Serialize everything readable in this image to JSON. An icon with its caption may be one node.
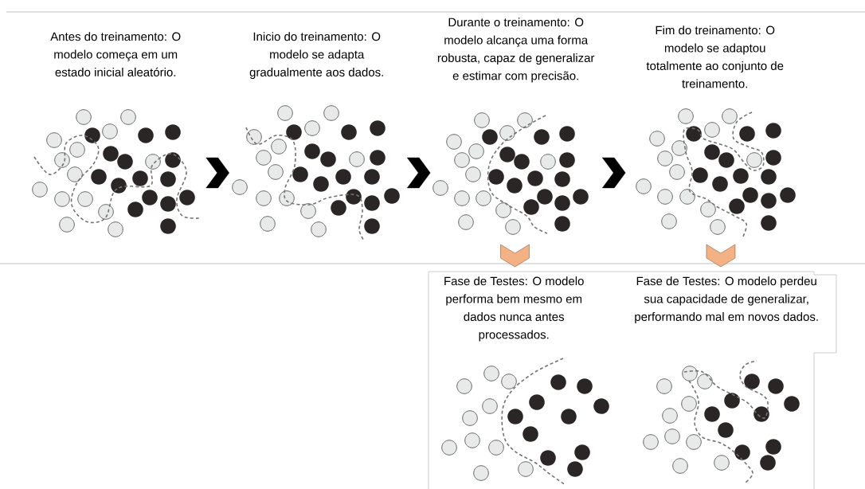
{
  "diagram": {
    "nodes": [
      {
        "text": [
          "Antes do treinamento: O modelo começa em um estado inicial aleatório."
        ]
      },
      {
        "text": [
          "Inicio do treinamento: O modelo se adapta gradualmente aos dados."
        ]
      },
      {
        "text": [
          "Durante o treinamento: O modelo alcança uma forma robusta, capaz de generalizar e estimar com precisão."
        ]
      },
      {
        "text": [
          "Fim do treinamento: O modelo se adaptou totalmente ao conjunto de treinamento."
        ]
      },
      {
        "text": [
          "Fase de Testes: O modelo performa bem mesmo em dados nunca antes processados."
        ]
      },
      {
        "text": [
          "Fase de Testes: O modelo perdeu sua capacidade de generalizar, performando mal em novos dados."
        ]
      }
    ],
    "edges": [
      {
        "from": 0,
        "to": 1,
        "arrow": "to"
      },
      {
        "from": 1,
        "to": 2,
        "arrow": "to"
      },
      {
        "from": 2,
        "to": 3,
        "arrow": "to"
      },
      {
        "from": 2,
        "to": 4,
        "arrow": "to",
        "color": "#f4b183"
      },
      {
        "from": 3,
        "to": 5,
        "arrow": "to",
        "color": "#f4b183"
      }
    ]
  }
}
